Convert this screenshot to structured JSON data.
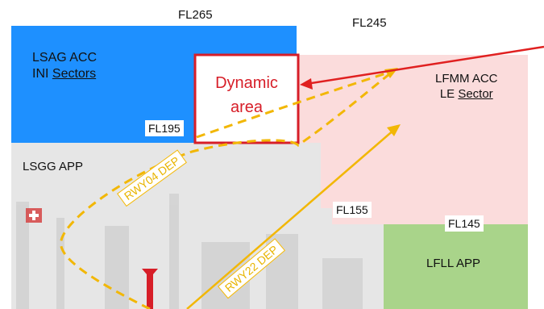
{
  "labels": {
    "fl265": "FL265",
    "fl245": "FL245",
    "fl195": "FL195",
    "fl155": "FL155",
    "fl145": "FL145"
  },
  "sectors": {
    "lsag_line1": "LSAG ACC",
    "lsag_line2_prefix": "INI ",
    "lsag_line2_underlined": "Sectors",
    "lfmm_line1": "LFMM ACC",
    "lfmm_line2_prefix": "LE ",
    "lfmm_line2_underlined": "Sector",
    "lsgg": "LSGG APP",
    "lfll": "LFLL APP"
  },
  "dynamic_area": {
    "line1": "Dynamic",
    "line2": "area"
  },
  "routes": {
    "rwy04": "RWY04 DEP",
    "rwy22": "RWY22 DEP"
  },
  "colors": {
    "lsag": "#1e90ff",
    "lfmm": "#fbdcdc",
    "lsgg": "#e6e6e6",
    "lfll": "#a9d48a",
    "dynamic_border": "#d71e28",
    "route": "#f2b705",
    "arrow_red": "#e02020"
  }
}
